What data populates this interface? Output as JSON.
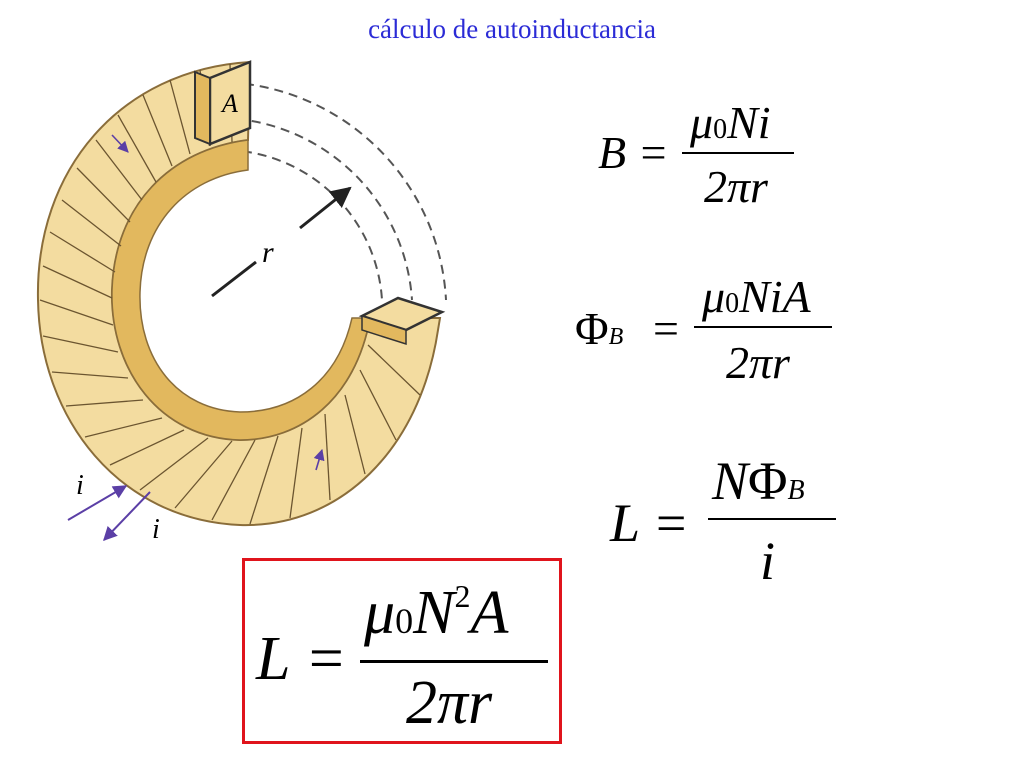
{
  "page": {
    "title": "cálculo de autoinductancia"
  },
  "figure": {
    "labels": {
      "area": "A",
      "radius": "r",
      "current_in": "i",
      "current_out": "i"
    }
  },
  "equations": {
    "b_field": {
      "lhs": "B =",
      "num_mu": "μ",
      "num_sub": "0",
      "num_rest": "Ni",
      "den": "2πr"
    },
    "flux": {
      "lhs_sym": "Φ",
      "lhs_sub": "B",
      "eq": "=",
      "num_mu": "μ",
      "num_sub": "0",
      "num_rest": "NiA",
      "den": "2πr"
    },
    "inductance": {
      "lhs": "L =",
      "num_n": "N",
      "num_phi": "Φ",
      "num_sub": "B",
      "den": "i"
    },
    "result": {
      "lhs": "L =",
      "num_mu": "μ",
      "num_sub": "0",
      "num_n": "N",
      "num_sup": "2",
      "num_a": "A",
      "den": "2πr"
    }
  },
  "colors": {
    "title": "#2b2bd6",
    "box_border": "#e0141c",
    "toroid_fill": "#f3dca0",
    "toroid_dark": "#e2b85e"
  }
}
